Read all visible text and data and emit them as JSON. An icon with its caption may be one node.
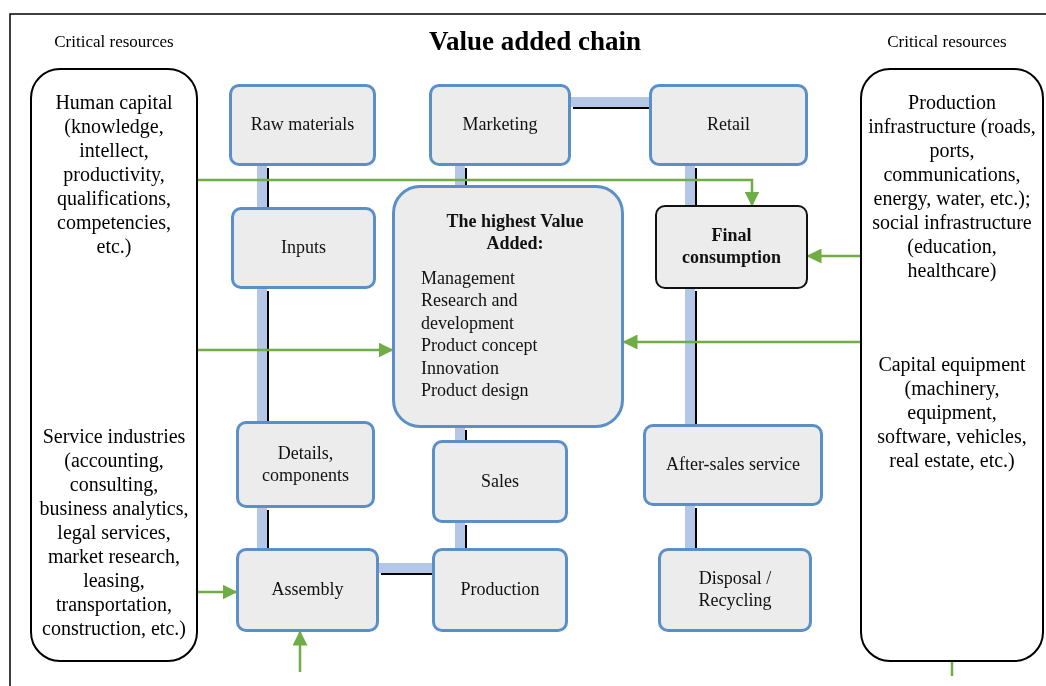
{
  "diagram": {
    "title": "Value added chain",
    "nodes": [
      {
        "text": [
          "Critical resources",
          "Human capital (knowledge, intellect, productivity, qualifications, competencies, etc.)",
          "Service industries (accounting, consulting, business analytics, legal services, market research, leasing, transportation, construction, etc.)"
        ]
      },
      {
        "text": [
          "Raw materials"
        ]
      },
      {
        "text": [
          "Marketing"
        ]
      },
      {
        "text": [
          "Retail"
        ]
      },
      {
        "text": [
          "Critical resources",
          "Production infrastructure (roads, ports, communications, energy, water, etc.); social infrastructure (education, healthcare)",
          "Capital equipment (machinery, equipment, software, vehicles, real estate, etc.)"
        ]
      },
      {
        "text": [
          "Inputs"
        ]
      },
      {
        "text": [
          "The highest Value Added:",
          "Management",
          "Research and development",
          "Product concept",
          "Innovation",
          "Product design"
        ]
      },
      {
        "text": [
          "Final consumption"
        ]
      },
      {
        "text": [
          "Details, components"
        ]
      },
      {
        "text": [
          "Sales"
        ]
      },
      {
        "text": [
          "After-sales service"
        ]
      },
      {
        "text": [
          "Assembly"
        ]
      },
      {
        "text": [
          "Production"
        ]
      },
      {
        "text": [
          "Disposal / Recycling"
        ]
      }
    ],
    "edges": [
      {
        "from": 1,
        "to": 5,
        "arrow": "none"
      },
      {
        "from": 5,
        "to": 8,
        "arrow": "none"
      },
      {
        "from": 8,
        "to": 11,
        "arrow": "none"
      },
      {
        "from": 11,
        "to": 12,
        "arrow": "none"
      },
      {
        "from": 12,
        "to": 9,
        "arrow": "none"
      },
      {
        "from": 9,
        "to": 6,
        "arrow": "none"
      },
      {
        "from": 6,
        "to": 2,
        "arrow": "none"
      },
      {
        "from": 2,
        "to": 3,
        "arrow": "none"
      },
      {
        "from": 3,
        "to": 7,
        "arrow": "none"
      },
      {
        "from": 7,
        "to": 10,
        "arrow": "none"
      },
      {
        "from": 10,
        "to": 13,
        "arrow": "none"
      },
      {
        "from": 0,
        "to": 7,
        "arrow": "to",
        "color": "#70ad47"
      },
      {
        "from": 0,
        "to": 6,
        "arrow": "to",
        "color": "#70ad47"
      },
      {
        "from": 0,
        "to": 11,
        "arrow": "to",
        "color": "#70ad47"
      },
      {
        "from": null,
        "to": 11,
        "arrow": "to",
        "color": "#70ad47"
      },
      {
        "from": 4,
        "to": 7,
        "arrow": "to",
        "color": "#70ad47"
      },
      {
        "from": 4,
        "to": 6,
        "arrow": "to",
        "color": "#70ad47"
      },
      {
        "from": 4,
        "to": null,
        "arrow": "none",
        "color": "#70ad47"
      }
    ]
  }
}
